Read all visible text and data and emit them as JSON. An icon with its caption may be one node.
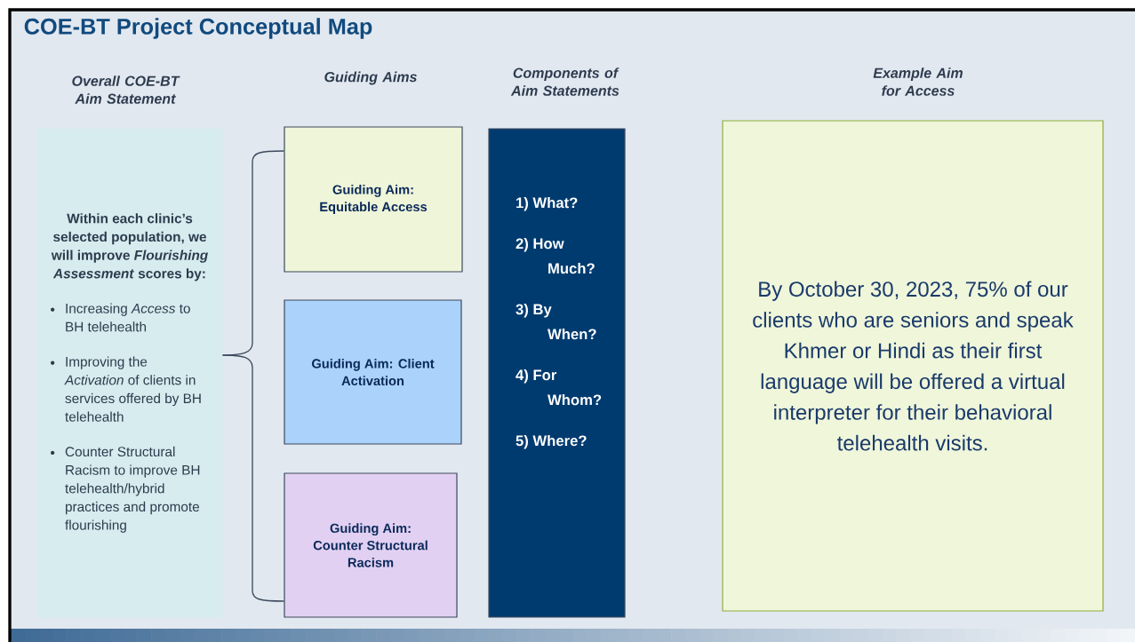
{
  "diagram": {
    "title": "COE-BT Project Conceptual Map",
    "nodes": [
      {
        "text": [
          "Within each clinic’s selected population, we will improve *Flourishing Assessment* scores by:",
          "Increasing *Access* to BH telehealth",
          "Improving the *Activation* of clients in services offered by BH telehealth",
          "Counter Structural Racism to improve BH telehealth/hybrid practices and promote flourishing"
        ]
      },
      {
        "text": [
          "Guiding Aim: Equitable Access"
        ]
      },
      {
        "text": [
          "Guiding Aim: Client Activation"
        ]
      },
      {
        "text": [
          "Guiding Aim: Counter Structural Racism"
        ]
      },
      {
        "text": [
          "1) What?",
          "2) How Much?",
          "3) By When?",
          "4) For Whom?",
          "5) Where?"
        ]
      },
      {
        "text": [
          "By October 30, 2023, 75% of our clients who are seniors and speak Khmer or Hindi as their first language will be offered a virtual interpreter for their behavioral telehealth visits."
        ]
      }
    ],
    "edges": [
      {
        "from": 0,
        "to": 1,
        "arrow": "none"
      },
      {
        "from": 0,
        "to": 3,
        "arrow": "none"
      }
    ],
    "labels": [
      "Overall COE-BT Aim Statement",
      "Guiding Aims",
      "Components of Aim Statements",
      "Example Aim for Access"
    ]
  }
}
